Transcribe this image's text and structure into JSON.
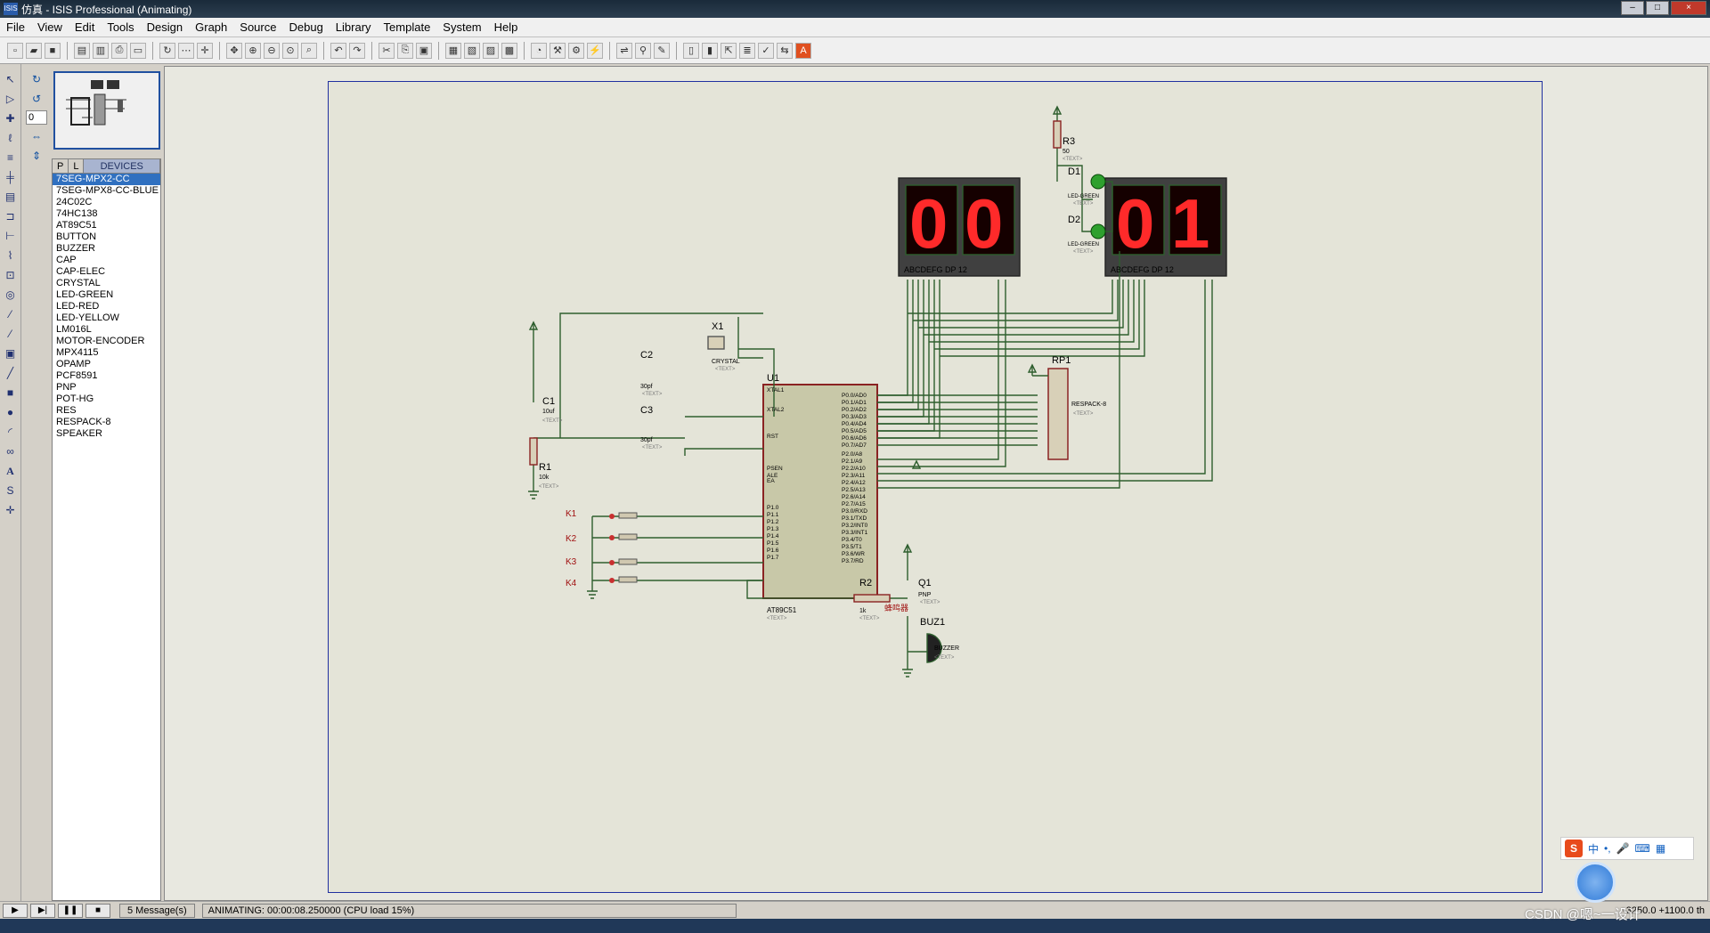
{
  "window": {
    "app_icon": "ISIS",
    "title": "仿真 - ISIS Professional (Animating)",
    "min": "–",
    "max": "□",
    "close": "×"
  },
  "menu": [
    "File",
    "View",
    "Edit",
    "Tools",
    "Design",
    "Graph",
    "Source",
    "Debug",
    "Library",
    "Template",
    "System",
    "Help"
  ],
  "rotation": {
    "angle": "0"
  },
  "devices": {
    "tab_p": "P",
    "tab_l": "L",
    "title": "DEVICES",
    "items": [
      "7SEG-MPX2-CC",
      "7SEG-MPX8-CC-BLUE",
      "24C02C",
      "74HC138",
      "AT89C51",
      "BUTTON",
      "BUZZER",
      "CAP",
      "CAP-ELEC",
      "CRYSTAL",
      "LED-GREEN",
      "LED-RED",
      "LED-YELLOW",
      "LM016L",
      "MOTOR-ENCODER",
      "MPX4115",
      "OPAMP",
      "PCF8591",
      "PNP",
      "POT-HG",
      "RES",
      "RESPACK-8",
      "SPEAKER"
    ],
    "selected": "7SEG-MPX2-CC"
  },
  "schematic": {
    "u1": "U1",
    "u1_part": "AT89C51",
    "text": "<TEXT>",
    "u1_left_pins": [
      "XTAL1",
      "XTAL2",
      "RST",
      "PSEN",
      "ALE",
      "EA",
      "P1.0",
      "P1.1",
      "P1.2",
      "P1.3",
      "P1.4",
      "P1.5",
      "P1.6",
      "P1.7"
    ],
    "u1_right_pins": [
      "P0.0/AD0",
      "P0.1/AD1",
      "P0.2/AD2",
      "P0.3/AD3",
      "P0.4/AD4",
      "P0.5/AD5",
      "P0.6/AD6",
      "P0.7/AD7",
      "P2.0/A8",
      "P2.1/A9",
      "P2.2/A10",
      "P2.3/A11",
      "P2.4/A12",
      "P2.5/A13",
      "P2.6/A14",
      "P2.7/A15",
      "P3.0/RXD",
      "P3.1/TXD",
      "P3.2/INT0",
      "P3.3/INT1",
      "P3.4/T0",
      "P3.5/T1",
      "P3.6/WR",
      "P3.7/RD"
    ],
    "display1": {
      "digits": "00",
      "pins": "ABCDEFG  DP    12"
    },
    "display2": {
      "digits": "01",
      "pins": "ABCDEFG  DP    12"
    },
    "c1": "C1",
    "c1_val": "10uf",
    "c2": "C2",
    "c2_val": "30pf",
    "c3": "C3",
    "c3_val": "30pf",
    "x1": "X1",
    "x1_val": "CRYSTAL",
    "r1": "R1",
    "r1_val": "10k",
    "r2": "R2",
    "r2_val": "1k",
    "r3": "R3",
    "r3_val": "50",
    "d1": "D1",
    "d2": "D2",
    "led_val": "LED-GREEN",
    "rp1": "RP1",
    "rp1_val": "RESPACK-8",
    "q1": "Q1",
    "q1_val": "PNP",
    "buz1": "BUZ1",
    "buz1_val": "BUZZER",
    "buz_label": "蜂鸣器",
    "keys": [
      "K1",
      "K2",
      "K3",
      "K4"
    ]
  },
  "status": {
    "messages": "5 Message(s)",
    "animating": "ANIMATING: 00:00:08.250000 (CPU load 15%)",
    "coords": "-3250.0  +1100.0  th"
  },
  "ime": {
    "logo": "S",
    "lang": "中",
    "punct": "•,",
    "mic": "🎤",
    "kbd": "⌨",
    "grid": "▦"
  },
  "watermark": "CSDN @嗯~一设计"
}
